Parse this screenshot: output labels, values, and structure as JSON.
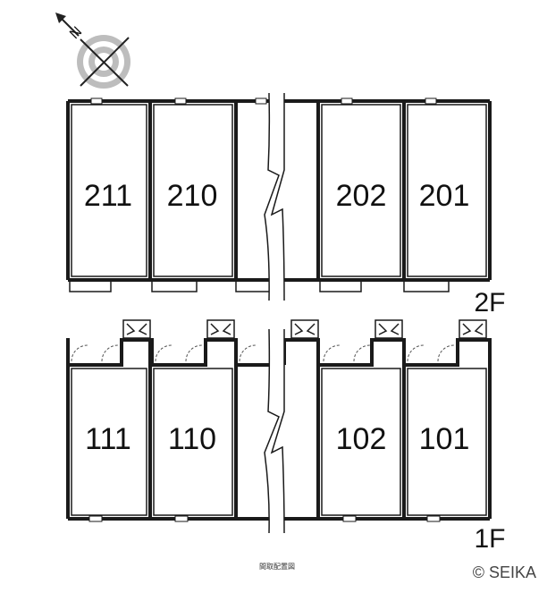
{
  "compass": {
    "north_label": "N",
    "icon": "compass-rose-icon"
  },
  "floor_2": {
    "label": "2F",
    "units": [
      {
        "number": "211"
      },
      {
        "number": "210"
      },
      {
        "number": "202"
      },
      {
        "number": "201"
      }
    ]
  },
  "floor_1": {
    "label": "1F",
    "units": [
      {
        "number": "111"
      },
      {
        "number": "110"
      },
      {
        "number": "102"
      },
      {
        "number": "101"
      }
    ]
  },
  "caption": "間取配置図",
  "copyright": "© SEIKA"
}
